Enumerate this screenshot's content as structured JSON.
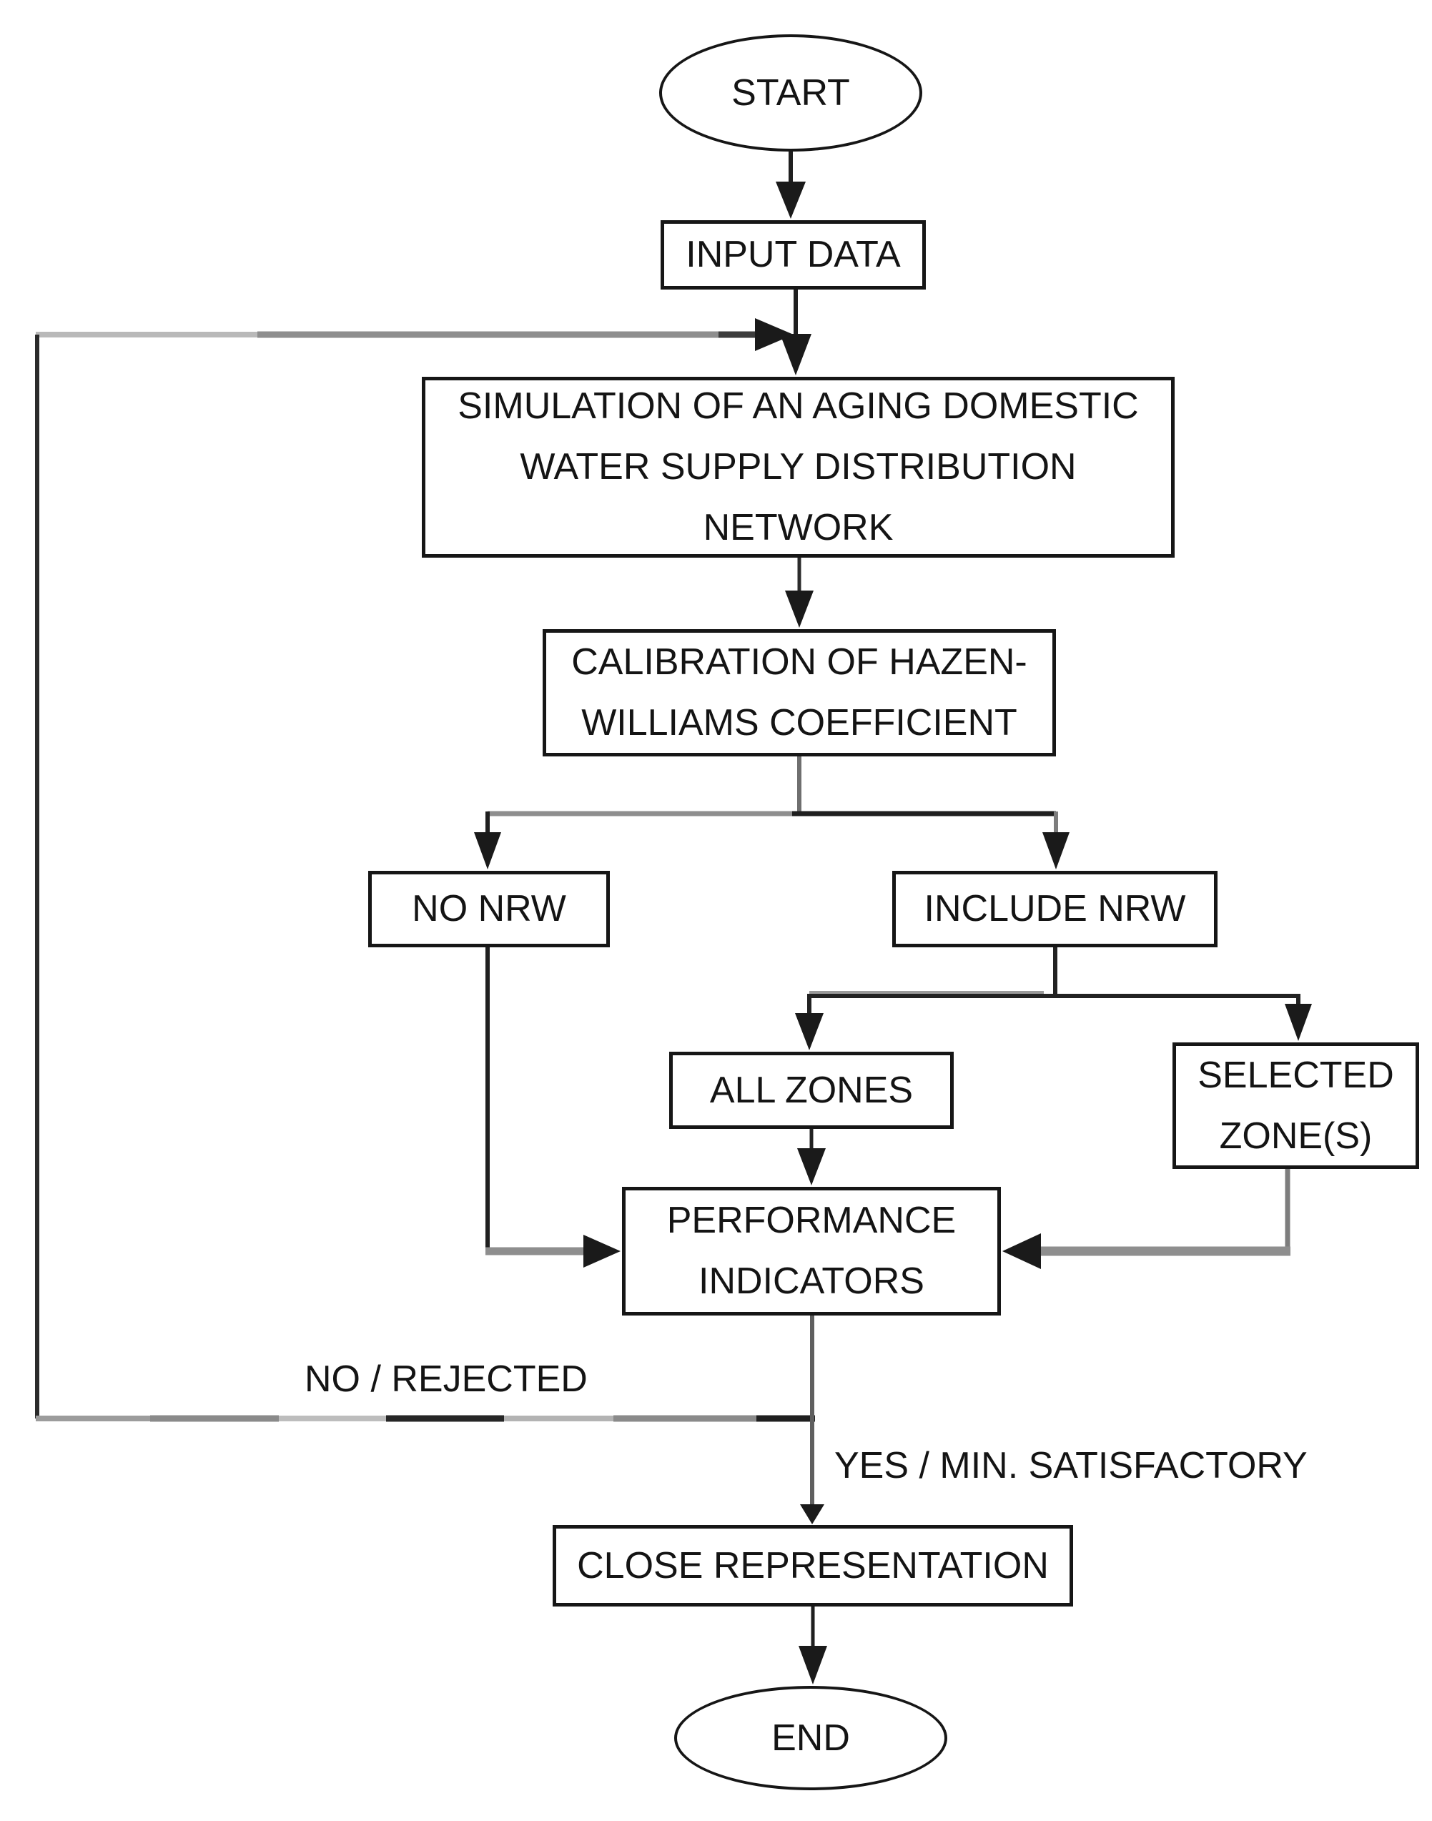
{
  "diagram_type": "flowchart",
  "nodes": {
    "start": {
      "label": "START",
      "shape": "terminator"
    },
    "input_data": {
      "label": "INPUT DATA",
      "shape": "process"
    },
    "simulation": {
      "label": "SIMULATION OF AN AGING DOMESTIC\nWATER SUPPLY DISTRIBUTION\nNETWORK",
      "shape": "process"
    },
    "calibration": {
      "label": "CALIBRATION OF HAZEN-\nWILLIAMS COEFFICIENT",
      "shape": "process"
    },
    "no_nrw": {
      "label": "NO NRW",
      "shape": "process"
    },
    "include_nrw": {
      "label": "INCLUDE NRW",
      "shape": "process"
    },
    "all_zones": {
      "label": "ALL ZONES",
      "shape": "process"
    },
    "selected_zones": {
      "label": "SELECTED\nZONE(S)",
      "shape": "process"
    },
    "performance_indicators": {
      "label": "PERFORMANCE\nINDICATORS",
      "shape": "process"
    },
    "close_representation": {
      "label": "CLOSE REPRESENTATION",
      "shape": "process"
    },
    "end": {
      "label": "END",
      "shape": "terminator"
    }
  },
  "edge_labels": {
    "no_rejected": "NO / REJECTED",
    "yes_min_satisfactory": "YES / MIN. SATISFACTORY"
  },
  "flow": [
    "START -> INPUT DATA",
    "INPUT DATA -> SIMULATION OF AN AGING DOMESTIC WATER SUPPLY DISTRIBUTION NETWORK",
    "SIMULATION -> CALIBRATION OF HAZEN-WILLIAMS COEFFICIENT",
    "CALIBRATION -> NO NRW",
    "CALIBRATION -> INCLUDE NRW",
    "INCLUDE NRW -> ALL ZONES",
    "INCLUDE NRW -> SELECTED ZONE(S)",
    "NO NRW -> PERFORMANCE INDICATORS",
    "ALL ZONES -> PERFORMANCE INDICATORS",
    "SELECTED ZONE(S) -> PERFORMANCE INDICATORS",
    "PERFORMANCE INDICATORS -> (NO / REJECTED) -> SIMULATION",
    "PERFORMANCE INDICATORS -> (YES / MIN. SATISFACTORY) -> CLOSE REPRESENTATION",
    "CLOSE REPRESENTATION -> END"
  ],
  "colors": {
    "text": "#141414",
    "box_border": "#161616",
    "line_black": "#1f1f1f",
    "line_gray": "#8e8e8e",
    "line_light": "#b9b9b9",
    "arrowhead": "#1a1a1a",
    "background": "#ffffff"
  }
}
